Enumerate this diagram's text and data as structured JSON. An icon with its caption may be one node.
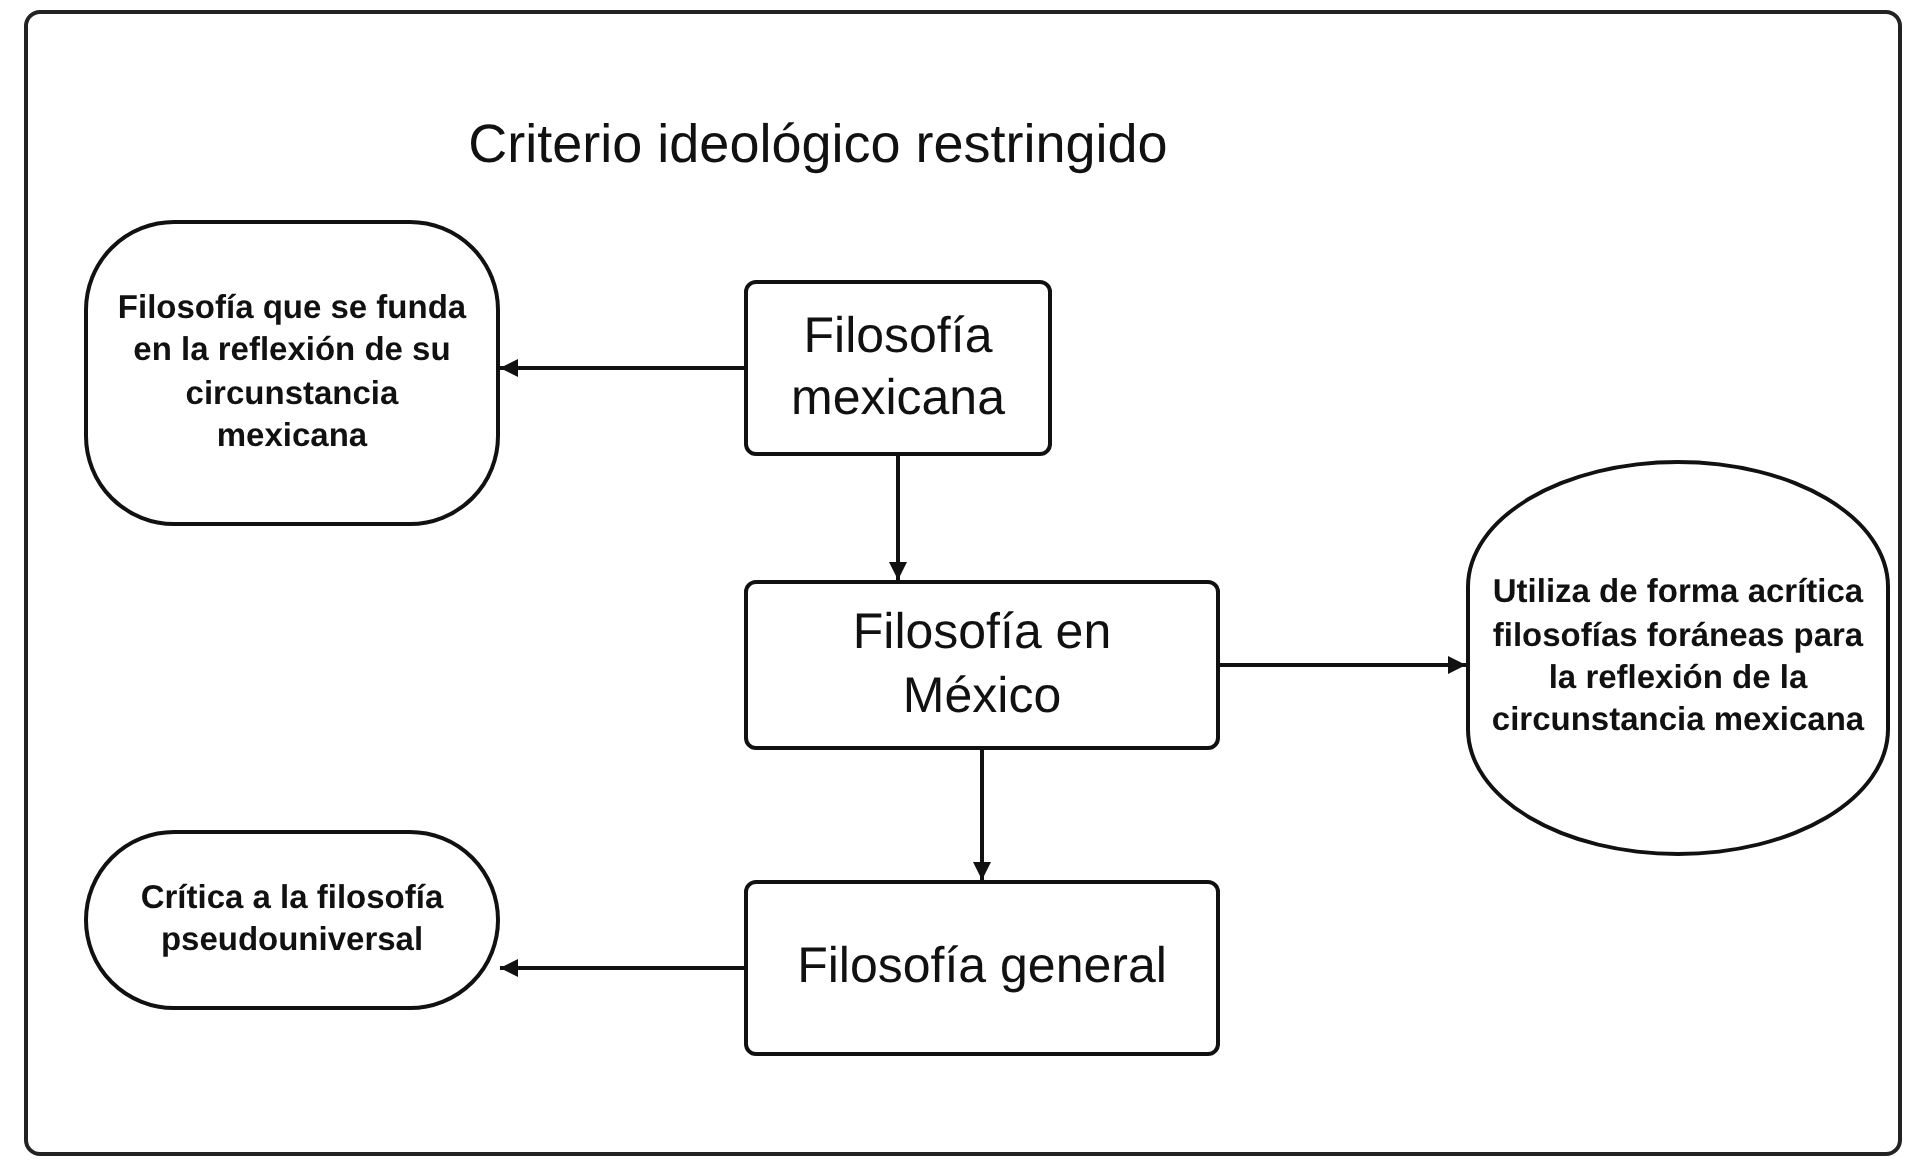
{
  "diagram": {
    "title": "Criterio ideológico restringido",
    "nodes": [
      {
        "text": [
          "Filosofía mexicana"
        ]
      },
      {
        "text": [
          "Filosofía que se funda en la reflexión de su circunstancia mexicana"
        ]
      },
      {
        "text": [
          "Filosofía en México"
        ]
      },
      {
        "text": [
          "Utiliza de forma acrítica filosofías foráneas para la reflexión de la circunstancia mexicana"
        ]
      },
      {
        "text": [
          "Filosofía general"
        ]
      },
      {
        "text": [
          "Crítica a la filosofía pseudouniversal"
        ]
      }
    ],
    "edges": [
      {
        "from": 0,
        "to": 1,
        "arrow": "to"
      },
      {
        "from": 0,
        "to": 2,
        "arrow": "to"
      },
      {
        "from": 2,
        "to": 3,
        "arrow": "to"
      },
      {
        "from": 2,
        "to": 4,
        "arrow": "to"
      },
      {
        "from": 4,
        "to": 5,
        "arrow": "to"
      }
    ]
  }
}
